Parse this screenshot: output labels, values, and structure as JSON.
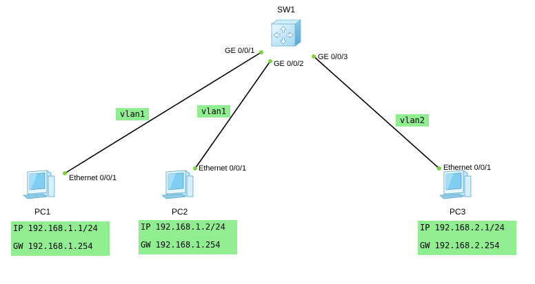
{
  "devices": {
    "sw1": {
      "label": "SW1",
      "icon": "switch-icon"
    },
    "pc1": {
      "label": "PC1",
      "icon": "pc-icon"
    },
    "pc2": {
      "label": "PC2",
      "icon": "pc-icon"
    },
    "pc3": {
      "label": "PC3",
      "icon": "pc-icon"
    }
  },
  "ports": {
    "sw1_p1": "GE 0/0/1",
    "sw1_p2": "GE 0/0/2",
    "sw1_p3": "GE 0/0/3",
    "pc1_eth": "Ethernet 0/0/1",
    "pc2_eth": "Ethernet 0/0/1",
    "pc3_eth": "Ethernet 0/0/1"
  },
  "vlans": {
    "link1": "vlan1",
    "link2": "vlan1",
    "link3": "vlan2"
  },
  "ipconfig": {
    "pc1": {
      "ip": "IP 192.168.1.1/24",
      "gw": "GW 192.168.1.254"
    },
    "pc2": {
      "ip": "IP 192.168.1.2/24",
      "gw": "GW 192.168.1.254"
    },
    "pc3": {
      "ip": "IP 192.168.2.1/24",
      "gw": "GW 192.168.2.254"
    }
  },
  "colors": {
    "note_bg": "#90ee90",
    "port_dot": "#7cd13c",
    "link": "#000000"
  }
}
